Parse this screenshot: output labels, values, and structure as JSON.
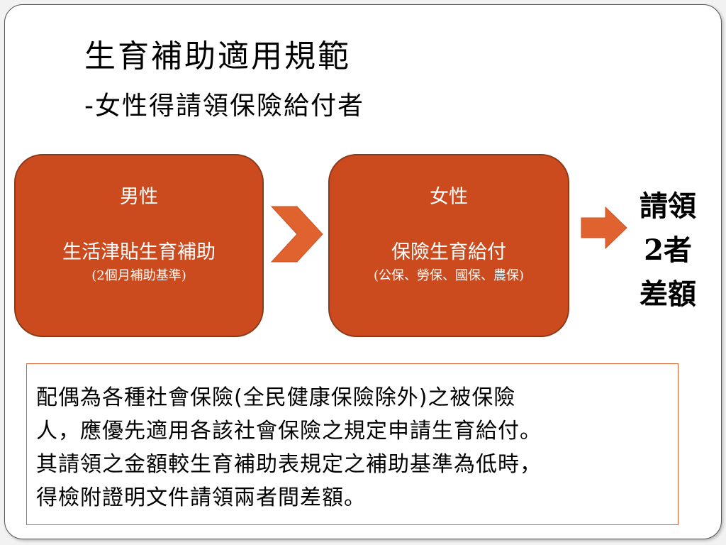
{
  "slide": {
    "title": "生育補助適用規範",
    "subtitle": "-女性得請領保險給付者"
  },
  "flow": {
    "male": {
      "heading": "男性",
      "line1": "生活津貼生育補助",
      "line2": "(2個月補助基準)"
    },
    "female": {
      "heading": "女性",
      "line1": "保險生育給付",
      "line2": "(公保、勞保、國保、農保)"
    },
    "result_lines": [
      "請領",
      "2者",
      "差額"
    ]
  },
  "note": {
    "lines": [
      "配偶為各種社會保險(全民健康保險除外)之被保險",
      "人，應優先適用各該社會保險之規定申請生育給付。",
      "其請領之金額較生育補助表規定之補助基準為低時，",
      "得檢附證明文件請領兩者間差額。"
    ]
  },
  "colors": {
    "box_fill": "#cc4b1e",
    "box_border": "#8a3a1a",
    "arrow_fill": "#e0622e",
    "note_border": "#d9622f"
  }
}
